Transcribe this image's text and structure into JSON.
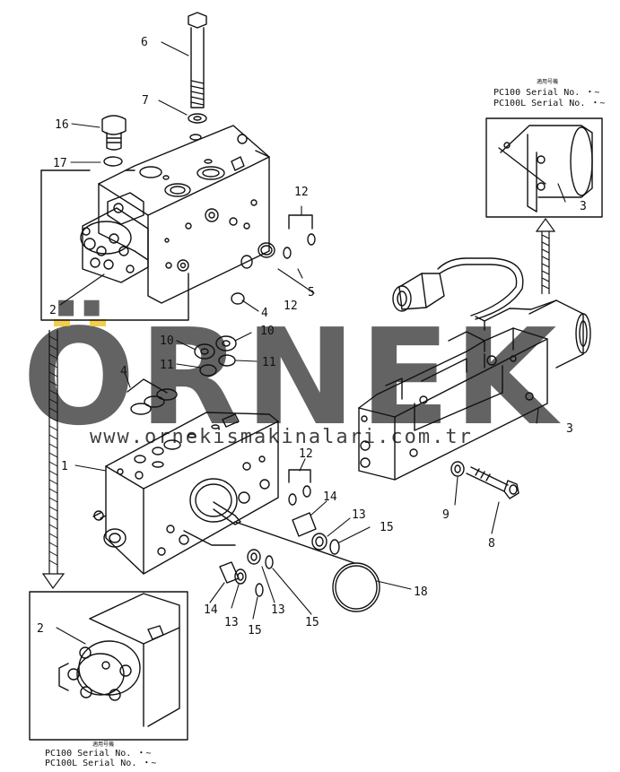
{
  "watermark": {
    "brand": "ÖRNEK",
    "url": "www.ornekismakinalari.com.tr",
    "color": "#b5b5b5",
    "accent": "#f0c020"
  },
  "callouts": {
    "c1": "1",
    "c2_top": "2",
    "c2_bottom": "2",
    "c3_inset": "3",
    "c3_body": "3",
    "c4_upper": "4",
    "c4_lower": "4",
    "c5": "5",
    "c6": "6",
    "c7": "7",
    "c8": "8",
    "c9": "9",
    "c10_left": "10",
    "c10_right": "10",
    "c11_left": "11",
    "c11_right": "11",
    "c12_top": "12",
    "c12_mid": "12",
    "c12_lower": "12",
    "c13_right": "13",
    "c13_left": "13",
    "c13_mid": "13",
    "c14_right": "14",
    "c14_left": "14",
    "c15_right": "15",
    "c15_left": "15",
    "c15_mid": "15",
    "c16": "16",
    "c17": "17",
    "c18": "18"
  },
  "serial_top": {
    "heading": "適用号機",
    "line1": "PC100  Serial No. ・~",
    "line2": "PC100L Serial No. ・~"
  },
  "serial_bottom": {
    "heading": "適用号機",
    "line1": "PC100  Serial No. ・~",
    "line2": "PC100L Serial No. ・~"
  },
  "icons": [
    "arrow-down-icon",
    "arrow-up-icon"
  ]
}
